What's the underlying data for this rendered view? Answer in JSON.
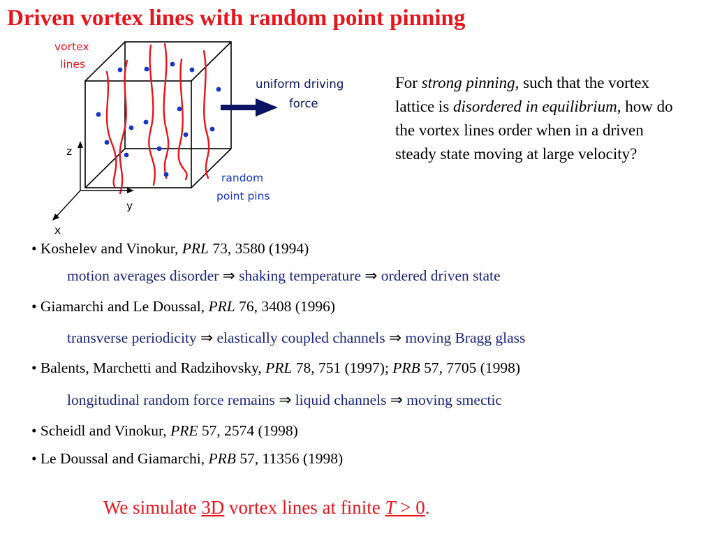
{
  "title": "Driven vortex lines with random point pinning",
  "diagram": {
    "label_vortex_1": "vortex",
    "label_vortex_2": "lines",
    "label_drive_1": "uniform driving",
    "label_drive_2": "force",
    "label_pins_1": "random",
    "label_pins_2": "point pins",
    "axis_z": "z",
    "axis_y": "y",
    "axis_x": "x",
    "line_color": "#e8141b",
    "pin_color": "#1533c8",
    "arrow_color": "#0a1463"
  },
  "intro": {
    "p1": "For ",
    "p2": "strong pinning",
    "p3": ", such that the vortex lattice is ",
    "p4": "disordered in equilibrium",
    "p5": ", how do the vortex lines order when in a driven steady state moving at large velocity?"
  },
  "refs": [
    {
      "bullet": "• ",
      "authors": "Koshelev and Vinokur, ",
      "journal": "PRL",
      "cite": " 73, 3580 (1994)"
    },
    {
      "bullet": "• ",
      "authors": "Giamarchi and Le Doussal, ",
      "journal": "PRL",
      "cite": " 76, 3408 (1996)"
    },
    {
      "bullet": "• ",
      "authors": "Balents, Marchetti and Radzihovsky, ",
      "journal": "PRL",
      "cite": " 78, 751 (1997); ",
      "journal2": "PRB",
      "cite2": " 57, 7705 (1998)"
    },
    {
      "bullet": "• ",
      "authors": "Scheidl and Vinokur, ",
      "journal": "PRE",
      "cite": " 57, 2574 (1998)"
    },
    {
      "bullet": "• ",
      "authors": "Le Doussal and Giamarchi, ",
      "journal": "PRB",
      "cite": " 57, 11356 (1998)"
    }
  ],
  "notes": [
    {
      "a": "motion averages disorder",
      "arrow1": " ⇒ ",
      "b": "shaking temperature",
      "arrow2": " ⇒ ",
      "c": "ordered driven state"
    },
    {
      "a": "transverse periodicity",
      "arrow1": " ⇒ ",
      "b": "elastically coupled channels",
      "arrow2": " ⇒ ",
      "c": "moving Bragg glass"
    },
    {
      "a": "longitudinal random force remains",
      "arrow1": " ⇒ ",
      "b": "liquid channels",
      "arrow2": " ⇒ ",
      "c": "moving smectic"
    }
  ],
  "conclusion": {
    "t1": "We simulate ",
    "t2": "3D",
    "t3": " vortex lines at finite ",
    "t4": "T",
    "t5": " > 0",
    "t6": "."
  }
}
